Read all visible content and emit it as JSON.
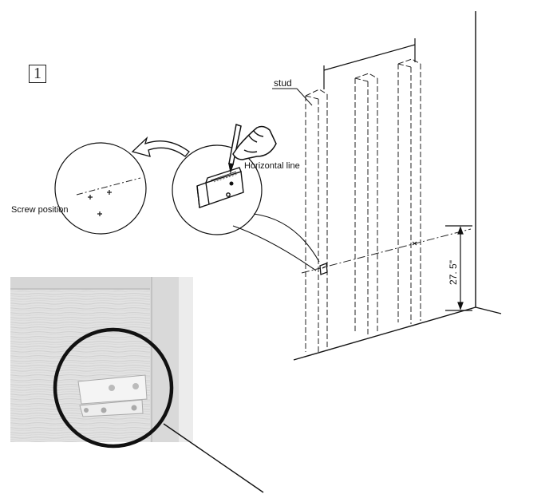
{
  "step_number": "1",
  "labels": {
    "stud": "stud",
    "horizontal_line": "Horizontal line",
    "screw_position": "Screw position",
    "height": "27. 5\""
  },
  "icons": [
    "pencil-in-hand-icon",
    "curved-arrow-icon",
    "bracket-icon"
  ],
  "colors": {
    "line": "#111111",
    "photo_wood": "#e4e4e4"
  }
}
